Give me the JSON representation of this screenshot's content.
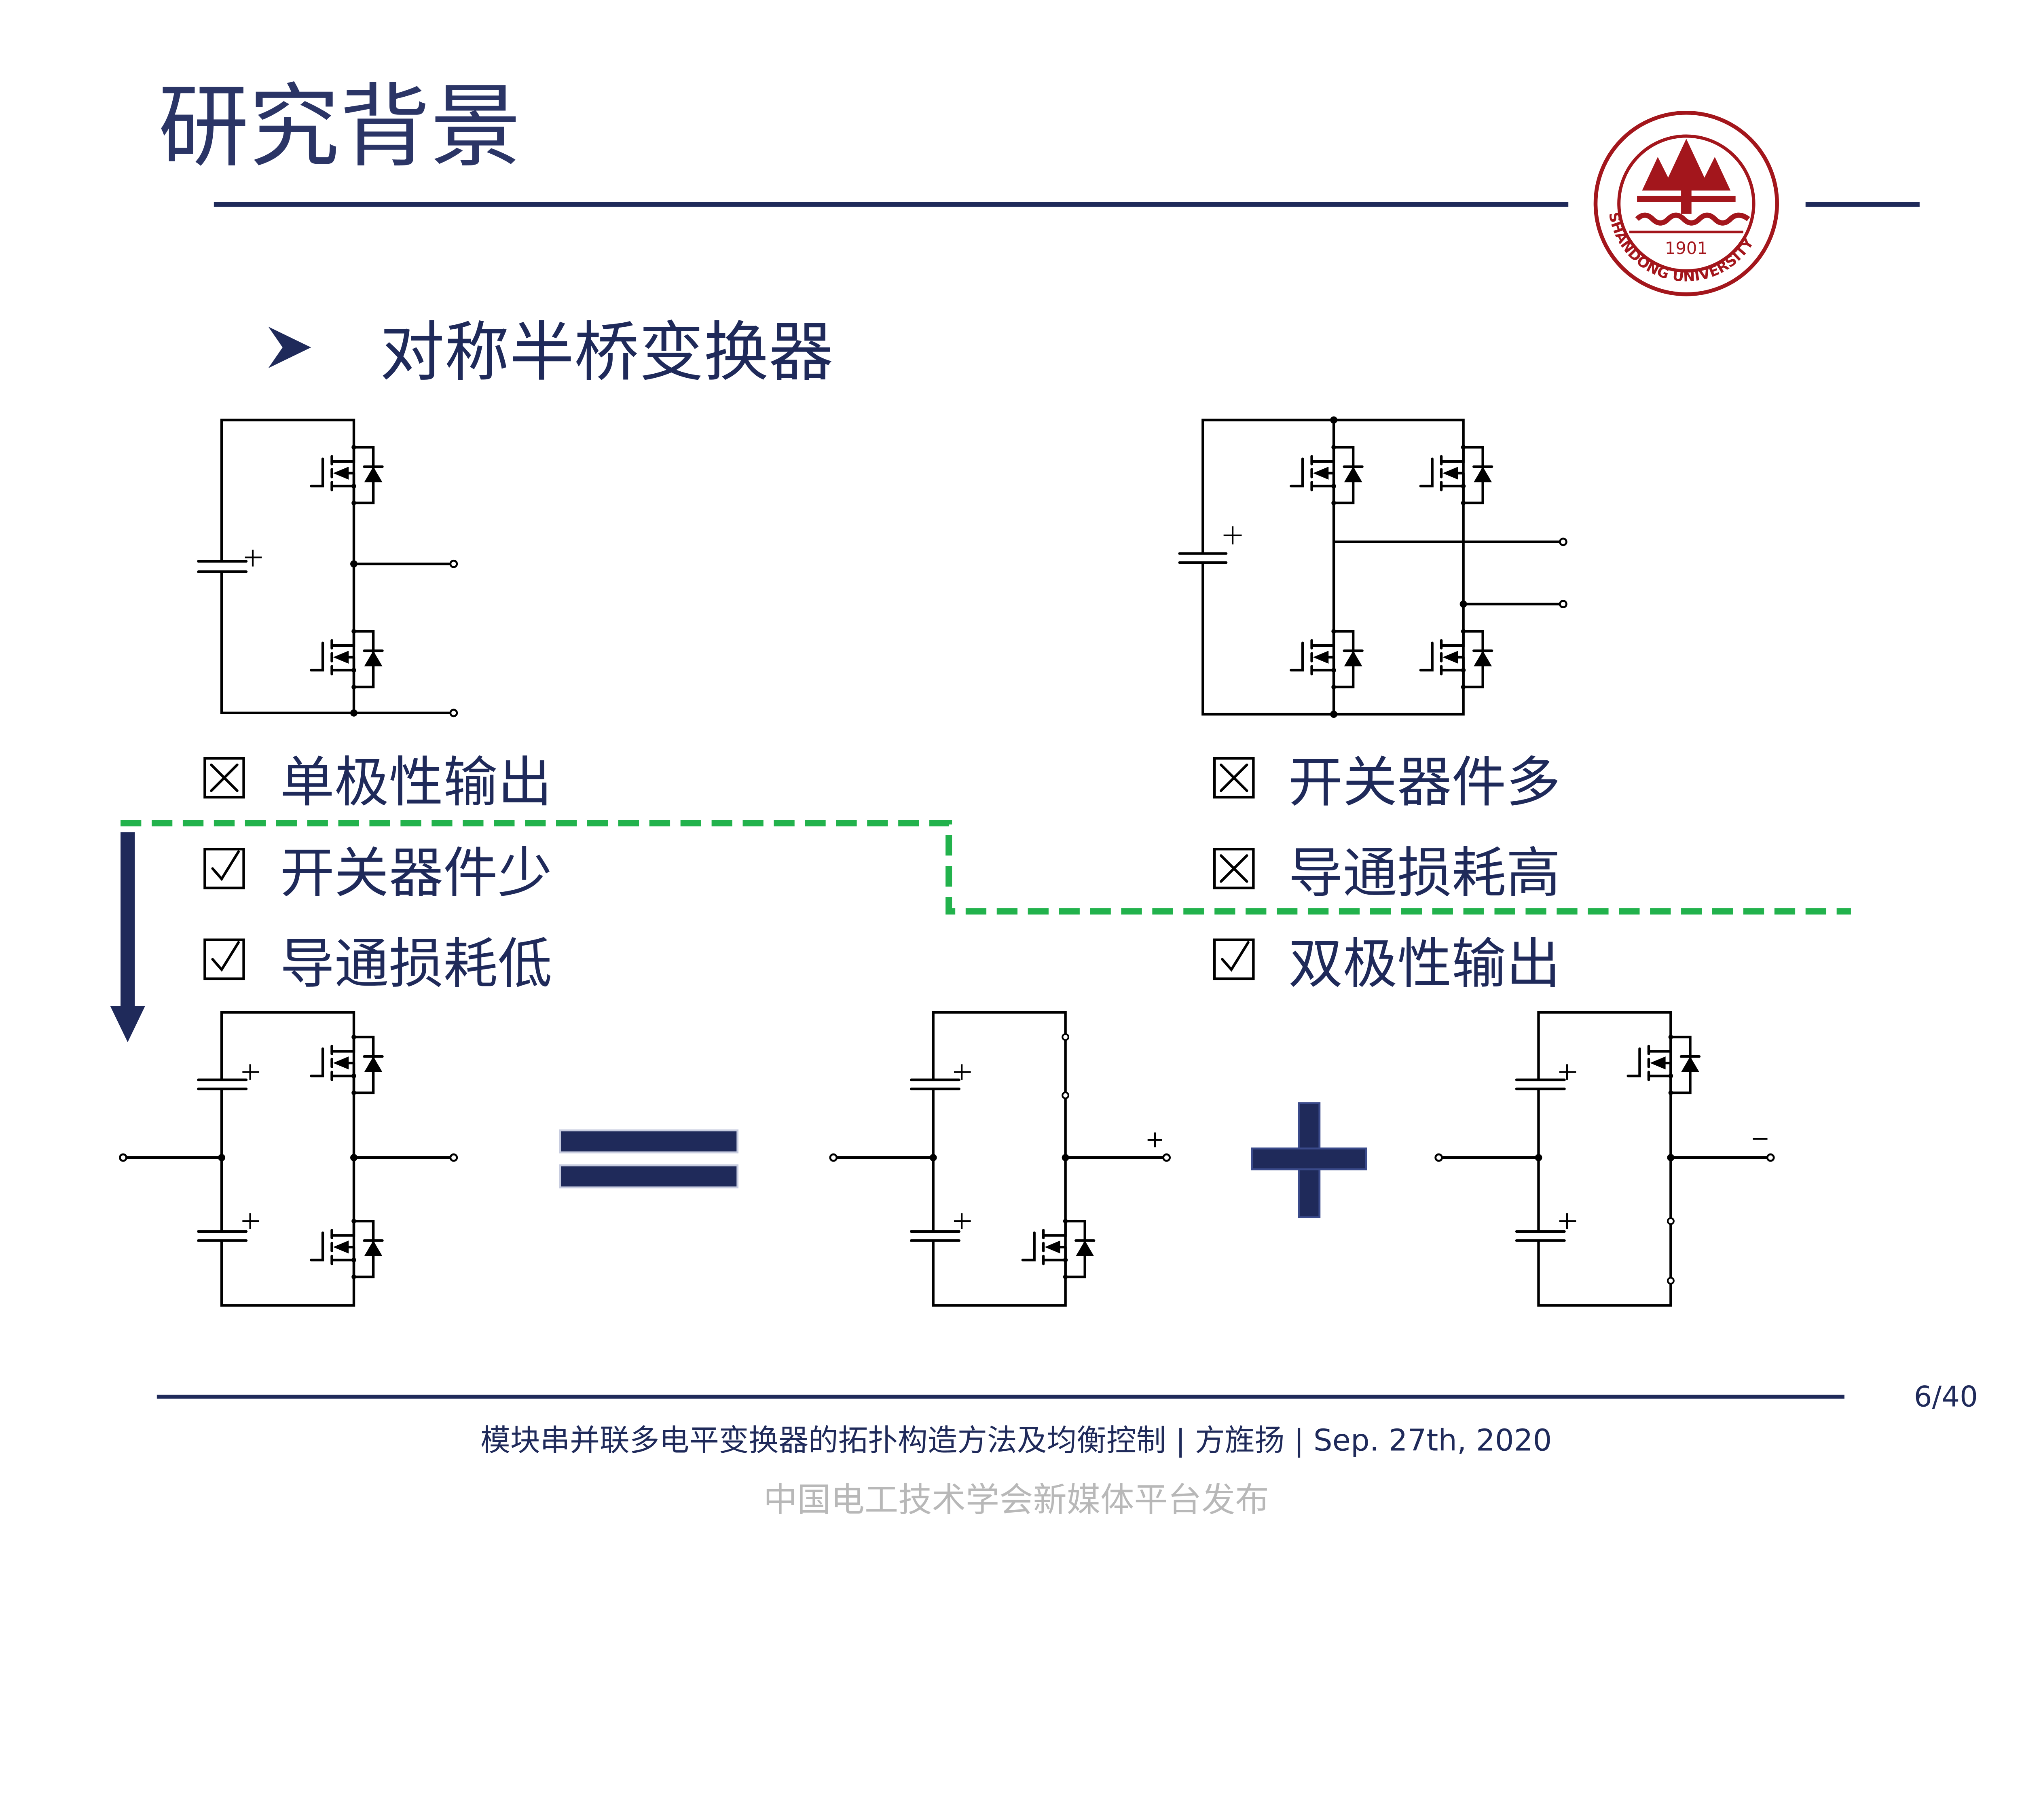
{
  "header": {
    "title": "研究背景",
    "logo": {
      "text": "SHANDONG UNIVERSITY",
      "year": "1901",
      "color": "#a3161c"
    }
  },
  "section": {
    "bullet_icon": "arrow-bullet-icon",
    "heading": "对称半桥变换器"
  },
  "left_list": [
    {
      "icon": "checkbox-crossed-icon",
      "text": "单极性输出"
    },
    {
      "icon": "checkbox-checked-icon",
      "text": "开关器件少"
    },
    {
      "icon": "checkbox-checked-icon",
      "text": "导通损耗低"
    }
  ],
  "right_list": [
    {
      "icon": "checkbox-crossed-icon",
      "text": "开关器件多"
    },
    {
      "icon": "checkbox-crossed-icon",
      "text": "导通损耗高"
    },
    {
      "icon": "checkbox-checked-icon",
      "text": "双极性输出"
    }
  ],
  "diagram": {
    "cap_polarity": "+",
    "output_positive": "+",
    "output_negative": "−",
    "equals_icon": "equals-icon",
    "plus_icon": "plus-icon",
    "arrow_icon": "arrow-down-icon",
    "colors": {
      "navy": "#1f2a5a",
      "dashed_divider": "#22b24c"
    }
  },
  "footer": {
    "page": "6/40",
    "caption": "模块串并联多电平变换器的拓扑构造方法及均衡控制 | 方旌扬 | Sep. 27th, 2020",
    "watermark": "中国电工技术学会新媒体平台发布"
  }
}
